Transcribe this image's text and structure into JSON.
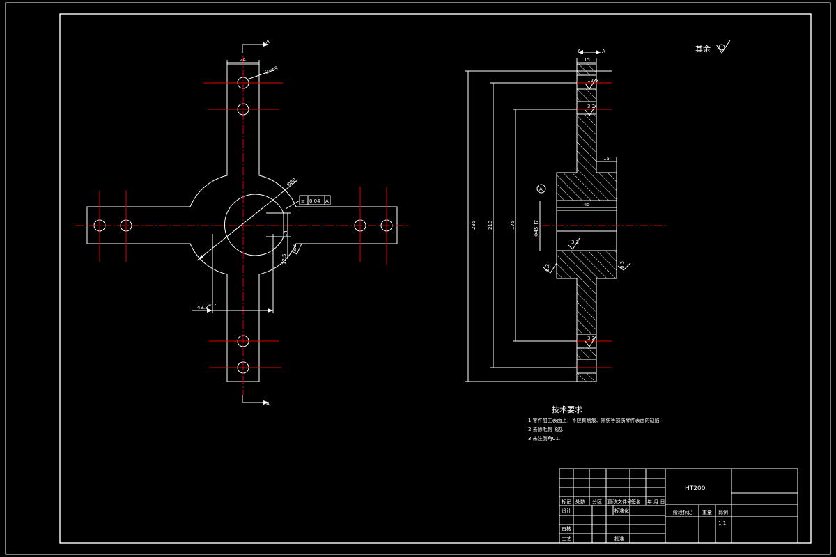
{
  "drawing": {
    "section_mark": "A",
    "dims_left": {
      "arm_width": "24",
      "hole_dia": "2xΦ9",
      "outer_dia": "Φ80",
      "keyway_depth": "49.3",
      "keyway_tol": "+0.2",
      "keyway_width": "14",
      "roughness_a": "3.2",
      "roughness_b": "12.5"
    },
    "dims_right": {
      "hub_length": "15",
      "flange_length": "15",
      "bore_len": "45",
      "bore_dia": "Φ45H7",
      "overall": "235",
      "mid": "210",
      "inner": "175",
      "r1": "12.5",
      "r2": "3.2",
      "r3": "3.2",
      "r4": "6.3",
      "r5": "3.2",
      "r6": "6.3"
    },
    "tolerance_symbol": "≡",
    "tolerance_value": "0.04",
    "tolerance_datum": "A",
    "datum_circle": "A",
    "other_roughness": "其余"
  },
  "tech": {
    "title": "技术要求",
    "lines": [
      "1.零件加工表面上，不应有划痕、擦伤等损伤零件表面的缺陷.",
      "2.去除毛刺飞边.",
      "3.未注倒角C1."
    ]
  },
  "title_block": {
    "material": "HT200",
    "col_headers": [
      "标记",
      "处数",
      "分区",
      "更改文件号",
      "签名",
      "年 月 日"
    ],
    "row_design": "设计",
    "row_standard": "标准化",
    "row_check": "审核",
    "row_process": "工艺",
    "row_approve": "批准",
    "stage_mark": "阶段标记",
    "weight": "重量",
    "scale_label": "比例",
    "scale_value": "1:1"
  }
}
